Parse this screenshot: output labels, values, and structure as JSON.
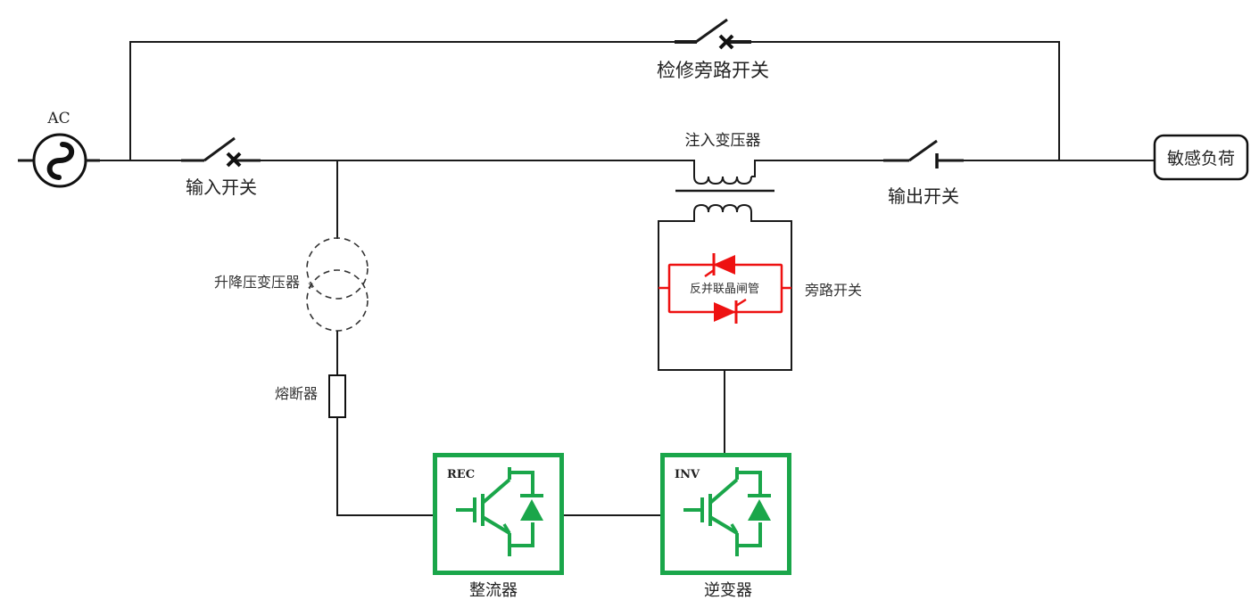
{
  "title": "Dynamic voltage restorer single-line diagram",
  "colors": {
    "wire": "#1a1a1a",
    "converter_green": "#1aa64a",
    "thyristor_red": "#ee1111",
    "label": "#333333"
  },
  "source": {
    "label": "AC",
    "icon": "ac-source-icon"
  },
  "switches": {
    "maintenance_bypass": {
      "label": "检修旁路开关",
      "icon": "breaker-x-icon"
    },
    "input": {
      "label": "输入开关",
      "icon": "breaker-x-icon"
    },
    "output": {
      "label": "输出开关",
      "icon": "switch-icon"
    },
    "bypass": {
      "label": "旁路开关"
    }
  },
  "injection_transformer": {
    "label": "注入变压器"
  },
  "thyristor": {
    "label": "反并联晶闸管"
  },
  "step_transformer": {
    "label": "升降压变压器"
  },
  "fuse": {
    "label": "熔断器"
  },
  "rectifier": {
    "tag": "REC",
    "label": "整流器"
  },
  "inverter": {
    "tag": "INV",
    "label": "逆变器"
  },
  "load": {
    "label": "敏感负荷"
  }
}
